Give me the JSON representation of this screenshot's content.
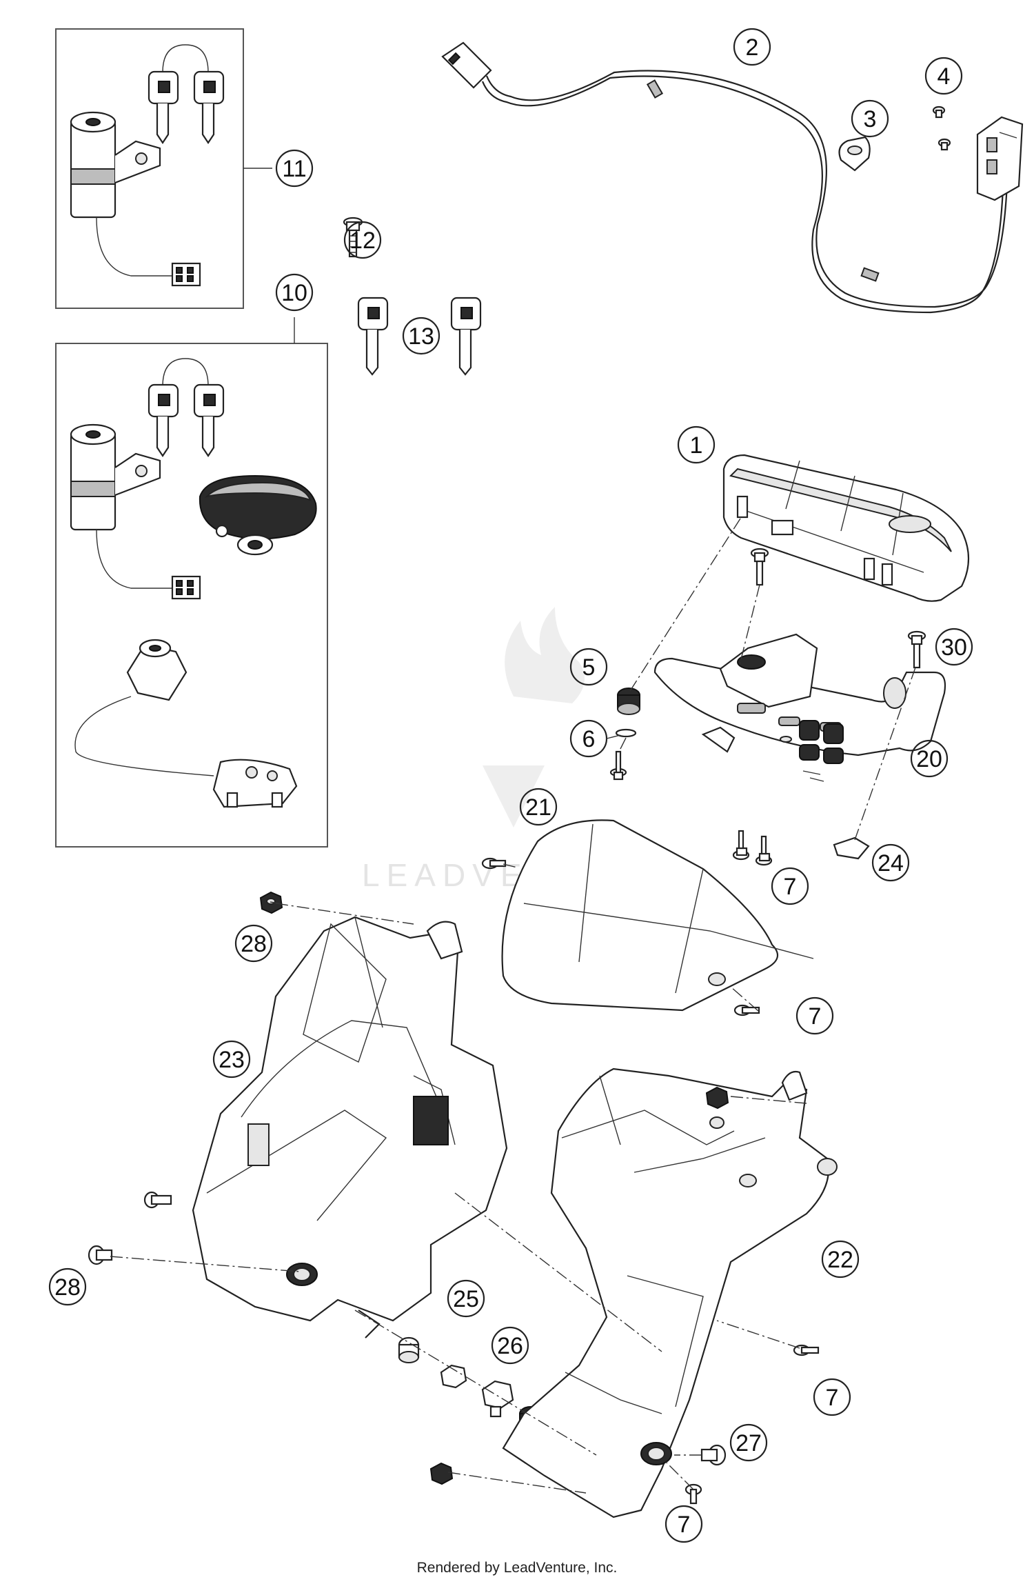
{
  "watermark": {
    "text": "LEADVENTURE"
  },
  "footer": {
    "text": "Rendered by LeadVenture, Inc."
  },
  "callouts": {
    "c1": "1",
    "c2": "2",
    "c3": "3",
    "c4": "4",
    "c5": "5",
    "c6": "6",
    "c7a": "7",
    "c7b": "7",
    "c7c": "7",
    "c7d": "7",
    "c10": "10",
    "c11": "11",
    "c12": "12",
    "c13": "13",
    "c20": "20",
    "c21": "21",
    "c22": "22",
    "c23": "23",
    "c24": "24",
    "c25": "25",
    "c26": "26",
    "c27": "27",
    "c28a": "28",
    "c28b": "28",
    "c30": "30"
  }
}
